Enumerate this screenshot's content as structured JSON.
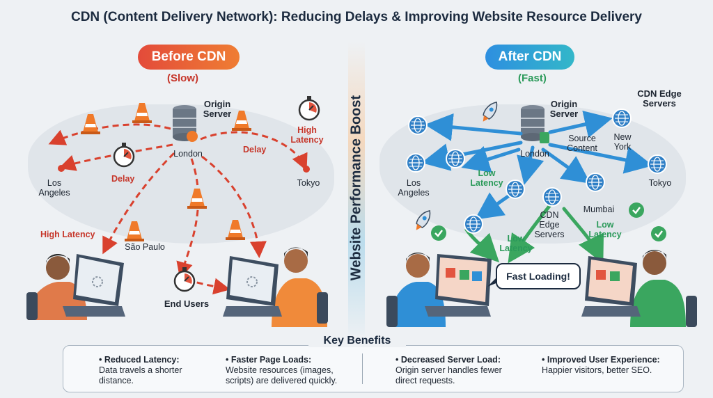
{
  "title": "CDN (Content Delivery Network): Reducing Delays & Improving Website Resource Delivery",
  "before": {
    "heading": "Before CDN",
    "speed": "(Slow)",
    "origin_label": "Origin Server",
    "origin_city": "London",
    "city_la": "Los Angeles",
    "city_tokyo": "Tokyo",
    "city_saopaulo": "São Paulo",
    "delay_1": "Delay",
    "delay_2": "Delay",
    "high_latency_1": "High Latency",
    "high_latency_2": "High Latency",
    "end_users": "End Users"
  },
  "divider_text": "Website Performance Boost",
  "after": {
    "heading": "After CDN",
    "speed": "(Fast)",
    "origin_label": "Origin Server",
    "origin_city": "London",
    "source_content": "Source Content",
    "cdn_edge_servers_top": "CDN Edge Servers",
    "cdn_edge_servers_mid": "CDN Edge Servers",
    "city_newyork": "New York",
    "city_la": "Los Angeles",
    "city_tokyo": "Tokyo",
    "city_mumbai": "Mumbai",
    "low_latency_1": "Low Latency",
    "low_latency_2": "Low Latency",
    "low_latency_3": "Low Latency",
    "bubble": "Fast Loading!"
  },
  "benefits": {
    "title": "Key Benefits",
    "items": [
      {
        "icon": "traffic-cone-icon",
        "title": "• Reduced Latency:",
        "text": "Data travels a shorter distance."
      },
      {
        "icon": "stopwatch-icon",
        "title": "• Faster Page Loads:",
        "text": "Website resources (images, scripts) are delivered quickly."
      },
      {
        "icon": "server-icon",
        "title": "• Decreased Server Load:",
        "text": "Origin server handles fewer direct requests."
      },
      {
        "icon": "thumbs-up-icon",
        "title": "• Improved User Experience:",
        "text": "Happier visitors, better SEO."
      }
    ]
  },
  "colors": {
    "delay_red": "#d9412e",
    "fast_blue": "#2f8fd6",
    "fast_green": "#3aa65f",
    "cone_orange": "#f07a2a"
  }
}
